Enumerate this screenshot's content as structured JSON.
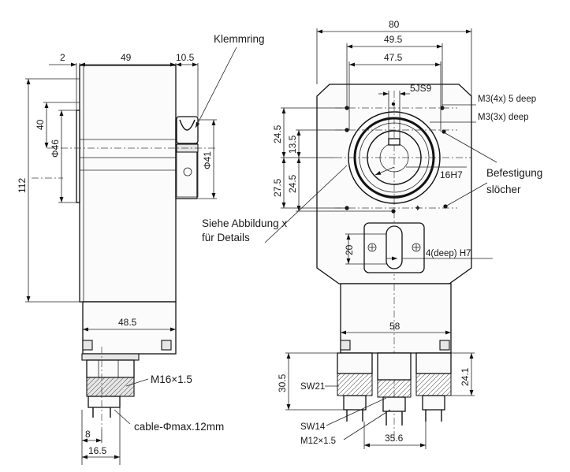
{
  "side_view": {
    "dim_2": "2",
    "dim_49": "49",
    "dim_10_5": "10.5",
    "dim_40": "40",
    "dim_phi46": "Φ46",
    "dim_112": "112",
    "dim_phi41": "Φ41",
    "dim_48_5": "48.5",
    "dim_8": "8",
    "dim_16_5": "16.5",
    "label_klemmring": "Klemmring",
    "label_m16": "M16×1.5",
    "label_cable": "cable-Φmax.12mm"
  },
  "front_view": {
    "dim_80": "80",
    "dim_49_5": "49.5",
    "dim_47_5": "47.5",
    "dim_5js9": "5JS9",
    "dim_24_5_top": "24.5",
    "dim_13_5": "13.5",
    "dim_27_5": "27.5",
    "dim_24_5_bottom": "24.5",
    "dim_16h7": "16H7",
    "dim_20": "20",
    "dim_58": "58",
    "dim_30_5": "30.5",
    "dim_24_1": "24.1",
    "dim_35_6": "35.6",
    "label_m3_4x": "M3(4x) 5 deep",
    "label_m3_3x": "M3(3x) deep",
    "label_befestigung_1": "Befestigung",
    "label_befestigung_2": "slöcher",
    "label_siehe_1": "Siehe Abbildung x",
    "label_siehe_2": "für Details",
    "label_4deep": "4(deep) H7",
    "label_sw21": "SW21",
    "label_sw14": "SW14",
    "label_m12": "M12×1.5"
  }
}
